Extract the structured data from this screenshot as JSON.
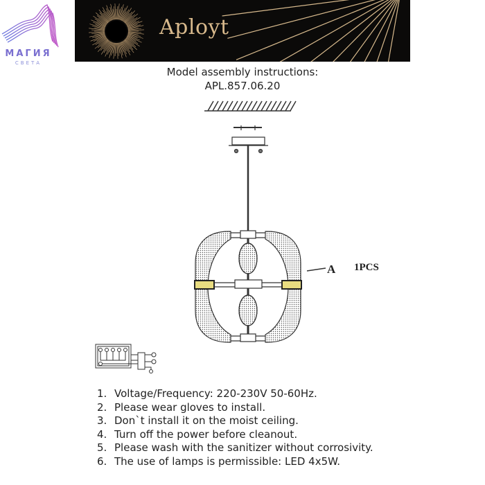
{
  "logo": {
    "title": "МАГИЯ",
    "subtitle": "СВЕТА"
  },
  "banner": {
    "brand": "Aployt"
  },
  "header": {
    "line1": "Model assembly instructions:",
    "line2": "APL.857.06.20"
  },
  "drawing": {
    "part_letter": "A",
    "part_qty": "1PCS"
  },
  "instructions": [
    {
      "num": "1.",
      "text": "Voltage/Frequency: 220-230V 50-60Hz."
    },
    {
      "num": "2.",
      "text": "Please wear gloves to install."
    },
    {
      "num": "3.",
      "text": "Don`t install it on the moist ceiling."
    },
    {
      "num": "4.",
      "text": "Turn off the power before cleanout."
    },
    {
      "num": "5.",
      "text": "Please wash with the sanitizer without corrosivity."
    },
    {
      "num": "6.",
      "text": "The use of lamps is permissible: LED 4x5W."
    }
  ]
}
